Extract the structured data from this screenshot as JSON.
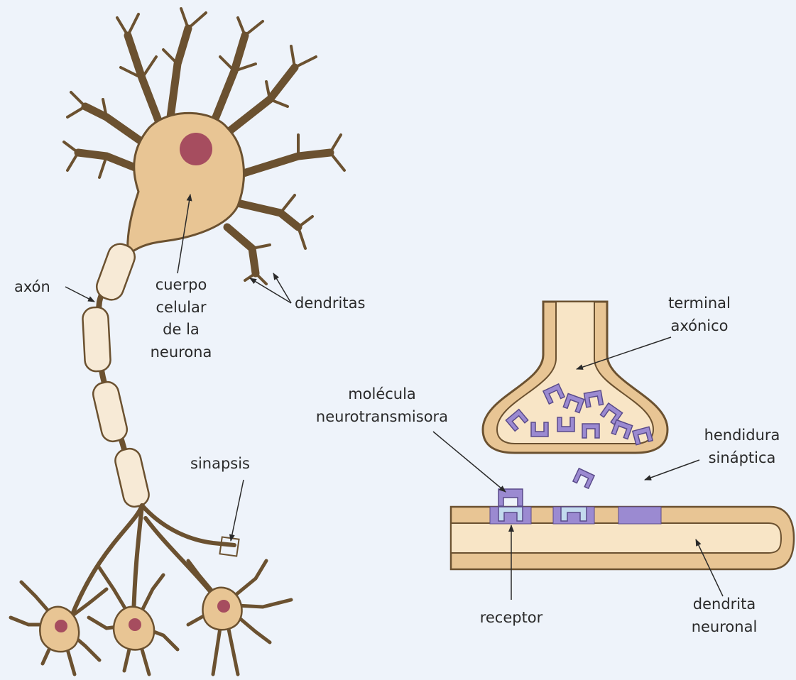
{
  "colors": {
    "background": "#eef3fa",
    "cell_fill": "#e8c594",
    "cell_stroke": "#6b5130",
    "nucleus": "#a64d5f",
    "myelin": "#f7ead6",
    "terminal_inner": "#f8e5c6",
    "neurotransmitter": "#9b8ad1",
    "receptor": "#c3daee"
  },
  "labels": {
    "axon": "axón",
    "cell_body": [
      "cuerpo",
      "celular",
      "de la",
      "neurona"
    ],
    "dendrites": "dendritas",
    "synapse": "sinapsis",
    "axon_terminal": [
      "terminal",
      "axónico"
    ],
    "neurotransmitter": [
      "molécula",
      "neurotransmisora"
    ],
    "synaptic_cleft": [
      "hendidura",
      "sináptica"
    ],
    "receptor": "receptor",
    "neuronal_dendrite": [
      "dendrita",
      "neuronal"
    ]
  }
}
